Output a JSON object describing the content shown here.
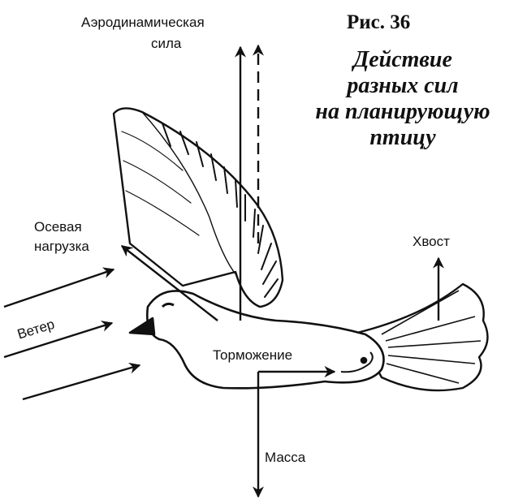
{
  "figure": {
    "number": "Рис. 36",
    "caption_lines": [
      "Действие",
      "разных сил",
      "на планирующую",
      "птицу"
    ]
  },
  "labels": {
    "aero_line1": "Аэродинамическая",
    "aero_line2": "сила",
    "axial_line1": "Осевая",
    "axial_line2": "нагрузка",
    "tail": "Хвост",
    "wind": "Ветер",
    "braking": "Торможение",
    "mass": "Масса"
  },
  "colors": {
    "ink": "#111111",
    "background": "#ffffff"
  }
}
